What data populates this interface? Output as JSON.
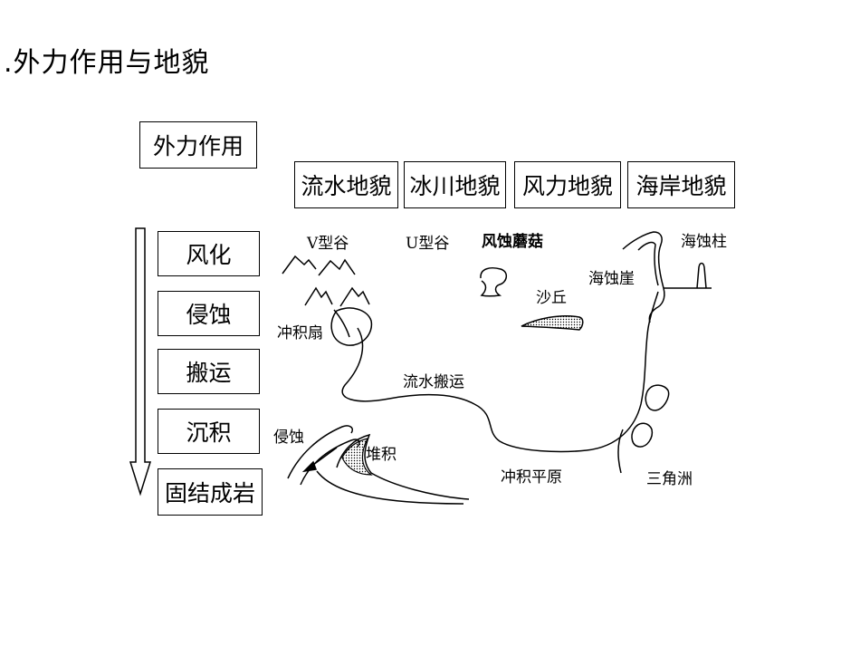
{
  "title": ".外力作用与地貌",
  "header_box": "外力作用",
  "landform_types": [
    "流水地貌",
    "冰川地貌",
    "风力地貌",
    "海岸地貌"
  ],
  "processes": [
    "风化",
    "侵蚀",
    "搬运",
    "沉积",
    "固结成岩"
  ],
  "labels": {
    "v_valley": "V型谷",
    "u_valley": "U型谷",
    "wind_mushroom": "风蚀蘑菇",
    "sea_stack": "海蚀柱",
    "sea_cliff": "海蚀崖",
    "dune": "沙丘",
    "alluvial_fan": "冲积扇",
    "river_transport": "流水搬运",
    "erosion": "侵蚀",
    "deposition": "堆积",
    "alluvial_plain": "冲积平原",
    "delta": "三角洲"
  }
}
